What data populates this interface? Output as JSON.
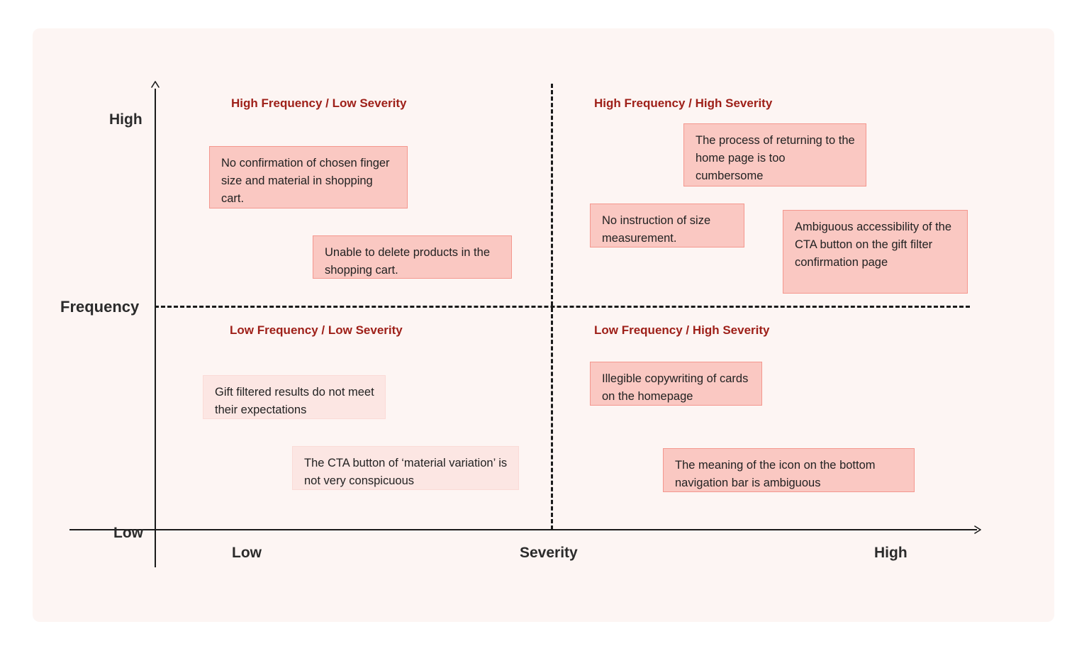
{
  "chart_data": {
    "type": "scatter",
    "title": "",
    "xlabel": "Severity",
    "ylabel": "Frequency",
    "x_ticks": [
      "Low",
      "High"
    ],
    "y_ticks": [
      "Low",
      "High"
    ],
    "grid": false,
    "legend": "none",
    "quadrants": [
      {
        "id": "high-frequency-low-severity",
        "title": "High Frequency / Low Severity",
        "position": "top-left",
        "emphasis": "strong",
        "items": [
          "No confirmation of chosen finger size and material in shopping cart.",
          "Unable to delete products in the shopping cart."
        ]
      },
      {
        "id": "high-frequency-high-severity",
        "title": "High Frequency / High Severity",
        "position": "top-right",
        "emphasis": "strong",
        "items": [
          "The process of returning to the home page is too cumbersome",
          "No instruction of size measurement.",
          "Ambiguous accessibility of the CTA button on the gift filter confirmation page"
        ]
      },
      {
        "id": "low-frequency-low-severity",
        "title": "Low Frequency / Low Severity",
        "position": "bottom-left",
        "emphasis": "soft",
        "items": [
          "Gift filtered results do not meet their expectations",
          "The CTA button of ‘material variation’ is not very conspicuous"
        ]
      },
      {
        "id": "low-frequency-high-severity",
        "title": "Low Frequency / High Severity",
        "position": "bottom-right",
        "emphasis": "strong",
        "items": [
          "Illegible copywriting of cards on the homepage",
          "The meaning of the icon on the bottom navigation bar is ambiguous"
        ]
      }
    ]
  },
  "axes": {
    "y_title": "Frequency",
    "y_high": "High",
    "y_low": "Low",
    "x_title": "Severity",
    "x_low": "Low",
    "x_high": "High"
  },
  "colors": {
    "canvas_background": "#FDF5F3",
    "quadrant_title": "#9E2019",
    "note_strong_fill": "#FAC8C2",
    "note_strong_border": "#F4978E",
    "note_soft_fill": "#FCE6E3",
    "note_soft_border": "#FBDBD7",
    "axis": "#1A1A1A",
    "text": "#222222"
  }
}
